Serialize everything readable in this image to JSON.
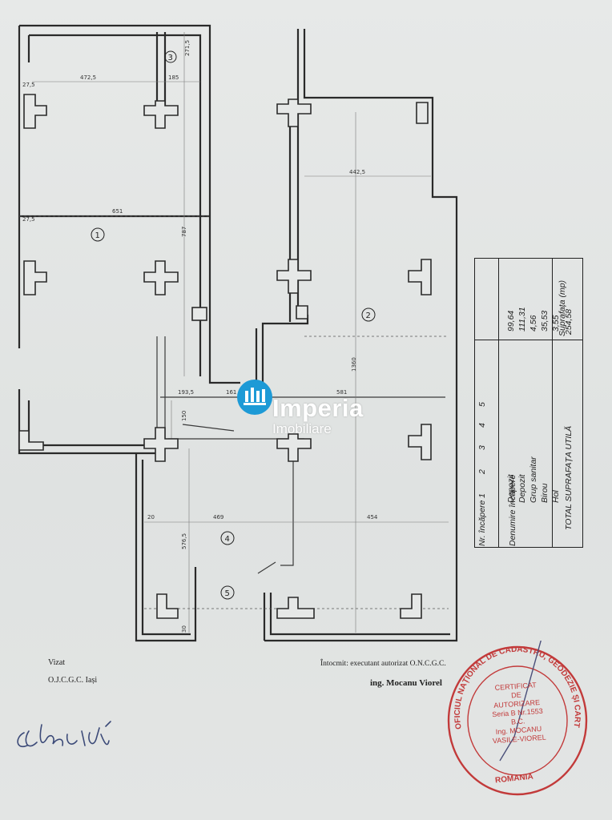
{
  "plan": {
    "dimensions": [
      "472,5",
      "185",
      "271,5",
      "27,5",
      "651",
      "787",
      "27,5",
      "442,5",
      "1360",
      "161",
      "193,5",
      "581",
      "150",
      "469",
      "454",
      "576,5",
      "30",
      "20"
    ],
    "room_numbers": [
      "1",
      "2",
      "3",
      "4",
      "5"
    ]
  },
  "table": {
    "headers": {
      "nr": "Nr. încăpere",
      "name": "Denumire încăpere",
      "area": "Suprafața (mp)"
    },
    "rows": [
      {
        "nr": "1",
        "name": "Depozit",
        "area": "99,64"
      },
      {
        "nr": "2",
        "name": "Depozit",
        "area": "111,31"
      },
      {
        "nr": "3",
        "name": "Grup sanitar",
        "area": "4,56"
      },
      {
        "nr": "4",
        "name": "Birou",
        "area": "35,53"
      },
      {
        "nr": "5",
        "name": "Hol",
        "area": "3,55"
      }
    ],
    "total_label": "TOTAL SUPRAFAȚA UTILĂ",
    "total_value": "254,58"
  },
  "watermark": {
    "name": "Imperia",
    "subtitle": "Imobiliare",
    "color": "#1d9ad6"
  },
  "footer": {
    "vizat": "Vizat",
    "ojcgc": "O.J.C.G.C. Iași",
    "intocmit": "Întocmit: executant autorizat O.N.C.G.C.",
    "engineer": "ing. Mocanu Viorel"
  },
  "stamp": {
    "ring_text": "OFICIUL NAȚIONAL DE CADASTRU, GEODEZIE ȘI CARTOGRAFIE",
    "line1": "CERTIFICAT",
    "line2": "DE",
    "line3": "AUTORIZARE",
    "line4": "Seria B Nr.1553",
    "line5": "B.C.",
    "line6": "Ing. MOCANU",
    "line7": "VASILE-VIOREL",
    "bottom": "ROMANIA",
    "color": "#c23a3a"
  }
}
